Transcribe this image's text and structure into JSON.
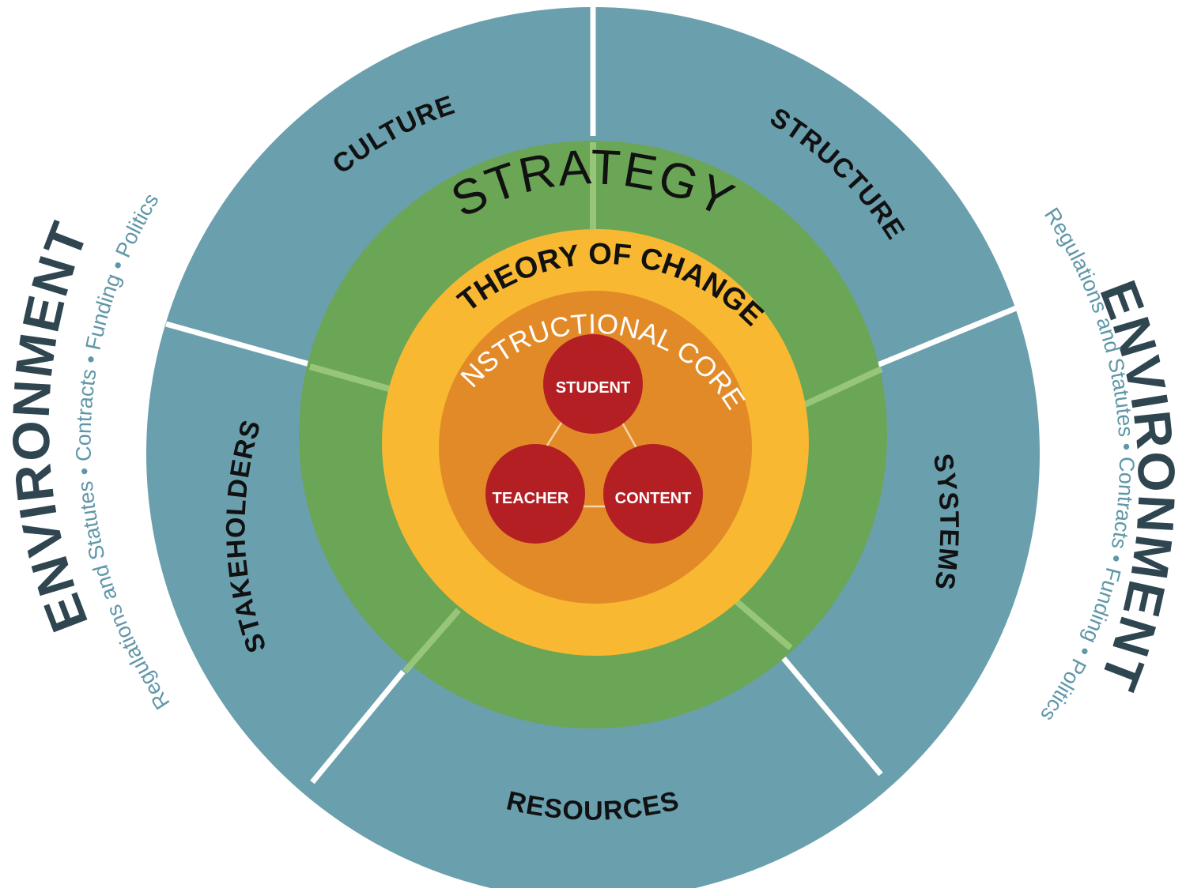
{
  "environment": {
    "left": {
      "title": "ENVIRONMENT",
      "subtitle": "Regulations and Statutes • Contracts • Funding • Politics"
    },
    "right": {
      "title": "ENVIRONMENT",
      "subtitle": "Regulations and Statutes • Contracts • Funding • Politics"
    }
  },
  "segments": {
    "culture": "CULTURE",
    "structure": "STRUCTURE",
    "systems": "SYSTEMS",
    "resources": "RESOURCES",
    "stakeholders": "STAKEHOLDERS"
  },
  "rings": {
    "strategy": "STRATEGY",
    "theory_of_change": "THEORY OF CHANGE",
    "instructional_core": "INSTRUCTIONAL CORE"
  },
  "nodes": {
    "student": "STUDENT",
    "teacher": "TEACHER",
    "content": "CONTENT"
  },
  "colors": {
    "outer": "#6a9fae",
    "strategy": "#6aa656",
    "theory_of_change": "#f9b831",
    "instructional_core": "#e28a27",
    "node": "#b41f24",
    "env_title": "#2f4550",
    "env_sub": "#5f97a8"
  }
}
